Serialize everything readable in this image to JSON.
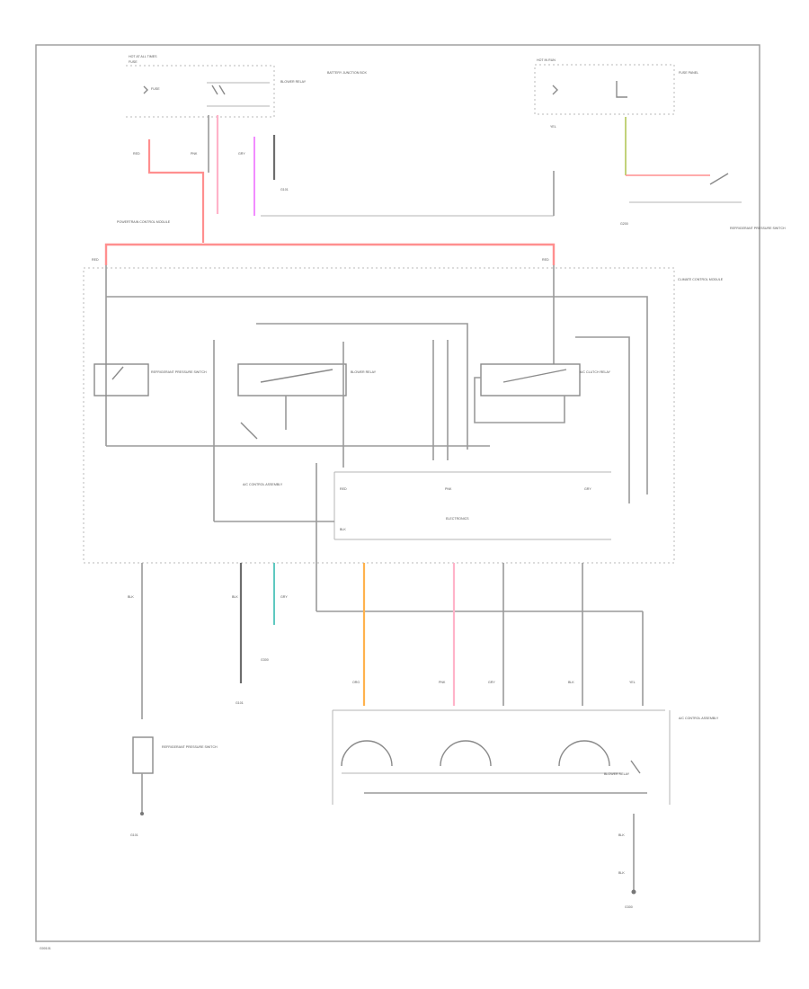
{
  "colors": {
    "wire_red": "#ff8f8f",
    "wire_pink": "#ffb3c9",
    "wire_magenta": "#f28cff",
    "wire_orange": "#ffb24d",
    "wire_teal": "#5fc9c0",
    "wire_yellow_green": "#c2d27a",
    "wire_gray": "#9a9a9a"
  },
  "labels": {
    "hot_at_all_times": "HOT AT ALL TIMES",
    "fuse": "FUSE",
    "battery_junction_box": "BATTERY JUNCTION BOX",
    "powertrain_control_module": "POWERTRAIN CONTROL MODULE",
    "hot_in_run": "HOT IN RUN",
    "fuse_panel": "FUSE PANEL",
    "climate_control_module": "CLIMATE CONTROL MODULE",
    "electronics": "ELECTRONICS",
    "ground": "G101",
    "ground_2": "G200",
    "ground_3": "G300",
    "control_assembly": "A/C CONTROL ASSEMBLY",
    "refrigerant_pressure_switch": "REFRIGERANT PRESSURE SWITCH",
    "blower_relay": "BLOWER RELAY",
    "clutch_relay": "A/C CLUTCH RELAY",
    "wire_red": "RED",
    "wire_pink": "PNK",
    "wire_black": "BLK",
    "wire_gray": "GRY",
    "wire_orange": "ORG",
    "wire_yellow": "YEL",
    "figure_id": "G00101"
  }
}
